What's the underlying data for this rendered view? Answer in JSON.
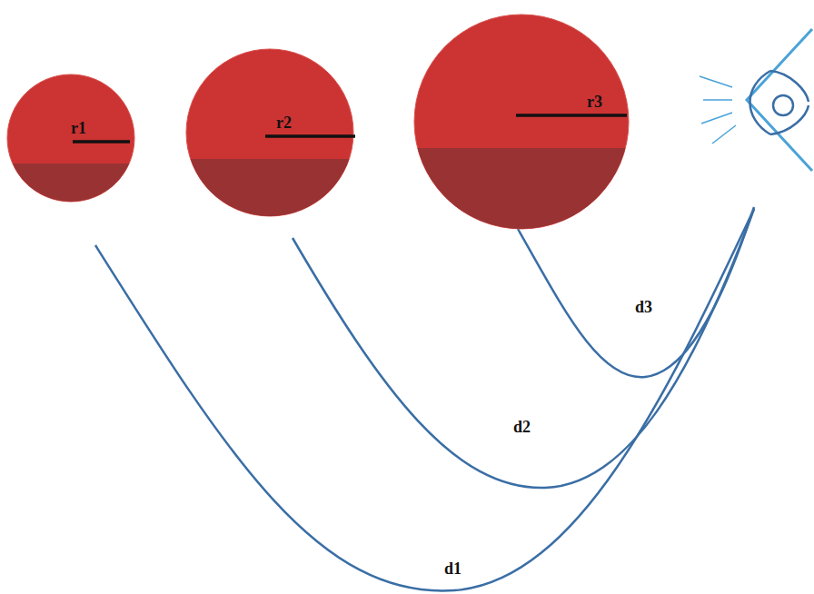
{
  "diagram": {
    "nodes": [
      {
        "text": [
          "r1"
        ]
      },
      {
        "text": [
          "r2"
        ]
      },
      {
        "text": [
          "r3"
        ]
      }
    ],
    "labels": [
      "d3",
      "d2",
      "d1"
    ]
  }
}
